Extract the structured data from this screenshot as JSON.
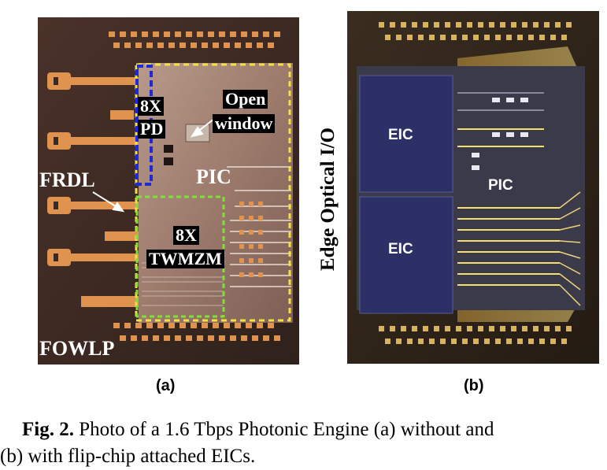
{
  "figure": {
    "panel_a": {
      "label": "(a)",
      "annotations": {
        "pd_count": "8X",
        "pd": "PD",
        "open": "Open",
        "window": "window",
        "frdl": "FRDL",
        "pic": "PIC",
        "mzm_count": "8X",
        "twmzm": "TWMZM",
        "edge_optical_io": "Edge Optical I/O",
        "fowlp": "FOWLP"
      }
    },
    "panel_b": {
      "label": "(b)",
      "annotations": {
        "eic_top": "EIC",
        "eic_bottom": "EIC",
        "pic": "PIC"
      }
    },
    "caption": {
      "prefix": "Fig. 2.",
      "text_line1": " Photo of a 1.6 Tbps Photonic Engine (a) without and",
      "text_line2": "(b) with flip-chip attached EICs."
    }
  },
  "colors": {
    "pd_box": "#1c2bd6",
    "pic_box": "#f2e23a",
    "mzm_box": "#7fe03a",
    "copper": "#e0924f"
  }
}
